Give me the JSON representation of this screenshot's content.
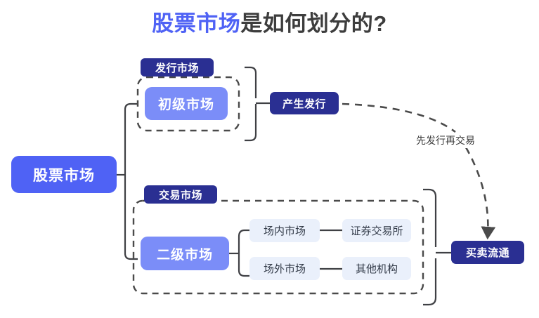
{
  "title": {
    "accent": "股票市场",
    "rest": "是如何划分的?",
    "accent_color": "#4f62f5",
    "rest_color": "#3d3d3d"
  },
  "colors": {
    "root": "#4f62f5",
    "periwinkle": "#7b8df8",
    "navy": "#2a2f92",
    "pale": "#eaf0fb",
    "line": "#3f4044",
    "dashed_group": "#4a4a4a",
    "background": "#ffffff"
  },
  "diagram": {
    "root": {
      "label": "股票市场"
    },
    "groups": [
      {
        "tag": "发行市场",
        "node": "初级市场"
      },
      {
        "tag": "交易市场",
        "node": "二级市场"
      }
    ],
    "secondary_children": [
      {
        "label": "场内市场",
        "child": "证券交易所"
      },
      {
        "label": "场外市场",
        "child": "其他机构"
      }
    ],
    "outcomes": [
      {
        "label": "产生发行"
      },
      {
        "label": "买卖流通"
      }
    ],
    "flow_label": "先发行再交易"
  }
}
